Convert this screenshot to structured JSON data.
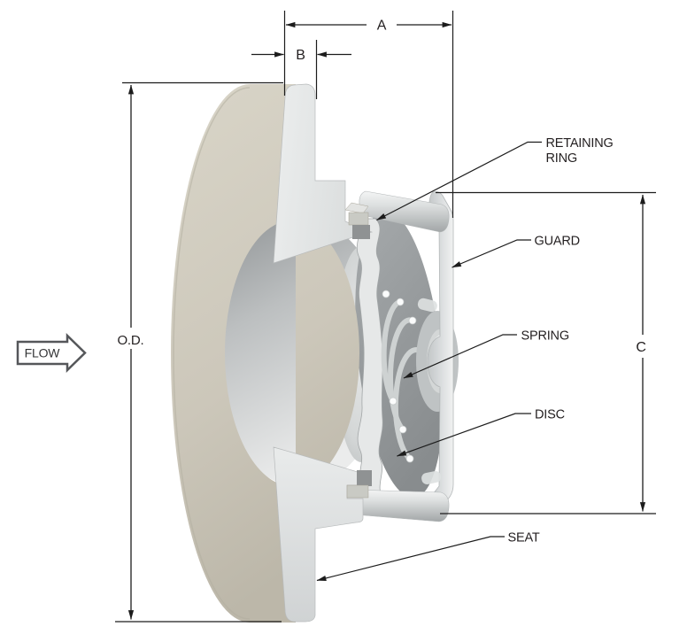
{
  "diagram": {
    "flow_label": "FLOW",
    "dimensions": {
      "a": "A",
      "b": "B",
      "c": "C",
      "od": "O.D."
    },
    "parts": {
      "retaining_ring_line1": "RETAINING",
      "retaining_ring_line2": "RING",
      "guard": "GUARD",
      "spring": "SPRING",
      "disc": "DISC",
      "seat": "SEAT"
    },
    "colors": {
      "line": "#1c1c1c",
      "text": "#231f20",
      "seat_face_beige": "#cfcabd",
      "section_light": "#e8eaea",
      "metal_mid": "#c6c9ca",
      "disc_dark": "#909496",
      "background": "#ffffff"
    }
  }
}
